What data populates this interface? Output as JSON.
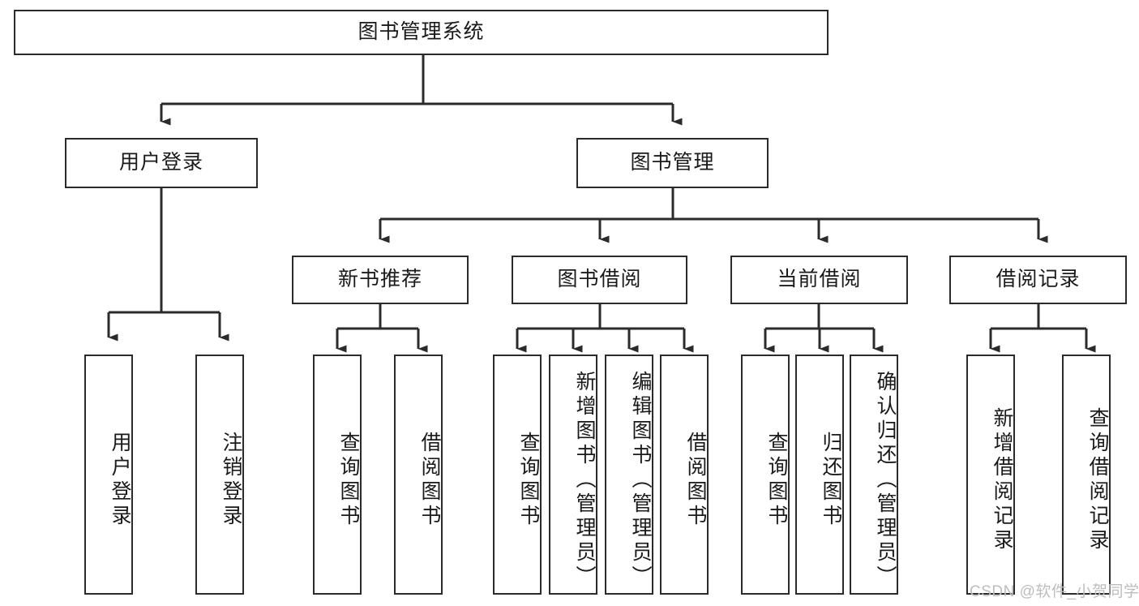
{
  "diagram": {
    "title": "图书管理系统",
    "type": "tree-hierarchy",
    "watermark": "CSDN @软件_小贺同学",
    "colors": {
      "stroke": "#2b2b2b",
      "fill": "#ffffff",
      "text": "#1a1a1a",
      "watermark": "#bdbdbd"
    },
    "nodes": {
      "root": {
        "label": "图书管理系统",
        "level": 1
      },
      "level2": [
        {
          "id": "user-login",
          "label": "用户登录"
        },
        {
          "id": "book-management",
          "label": "图书管理"
        }
      ],
      "level3": [
        {
          "id": "new-book-recommend",
          "label": "新书推荐",
          "parent": "book-management"
        },
        {
          "id": "book-borrow",
          "label": "图书借阅",
          "parent": "book-management"
        },
        {
          "id": "current-borrow",
          "label": "当前借阅",
          "parent": "book-management"
        },
        {
          "id": "borrow-record",
          "label": "借阅记录",
          "parent": "book-management"
        }
      ],
      "leaves": {
        "user-login": [
          {
            "id": "leaf-user-login",
            "label": "用户登录"
          },
          {
            "id": "leaf-user-logout",
            "label": "注销登录"
          }
        ],
        "new-book-recommend": [
          {
            "id": "leaf-query-book-1",
            "label": "查询图书"
          },
          {
            "id": "leaf-borrow-book-1",
            "label": "借阅图书"
          }
        ],
        "book-borrow": [
          {
            "id": "leaf-query-book-2",
            "label": "查询图书"
          },
          {
            "id": "leaf-add-book",
            "label": "新增图书（管理员）"
          },
          {
            "id": "leaf-edit-book",
            "label": "编辑图书（管理员）"
          },
          {
            "id": "leaf-borrow-book-2",
            "label": "借阅图书"
          }
        ],
        "current-borrow": [
          {
            "id": "leaf-query-book-3",
            "label": "查询图书"
          },
          {
            "id": "leaf-return-book",
            "label": "归还图书"
          },
          {
            "id": "leaf-confirm-return",
            "label": "确认归还（管理员）"
          }
        ],
        "borrow-record": [
          {
            "id": "leaf-add-record",
            "label": "新增借阅记录"
          },
          {
            "id": "leaf-query-record",
            "label": "查询借阅记录"
          }
        ]
      }
    }
  }
}
